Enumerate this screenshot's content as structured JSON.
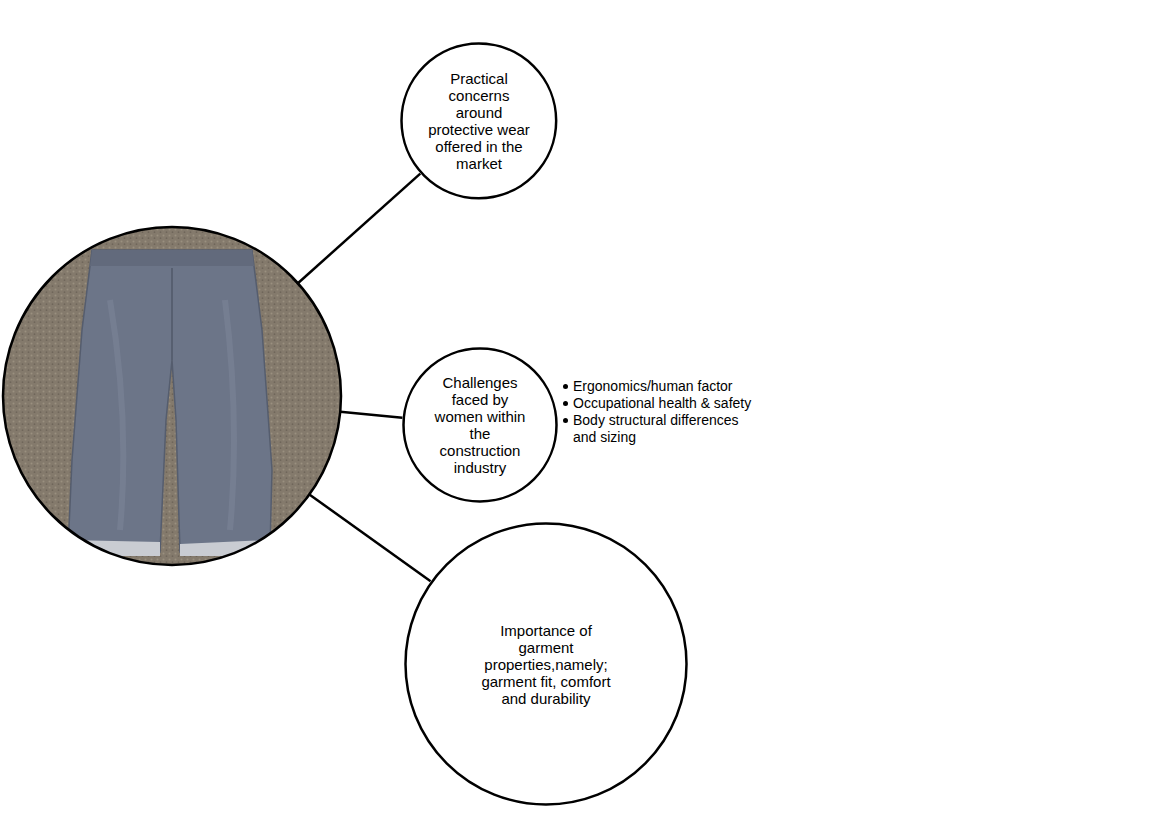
{
  "diagram": {
    "nodes": [
      {
        "text": [
          "Practical concerns around protective wear offered in the market"
        ]
      },
      {
        "text": [
          "Challenges faced by women within the construction industry"
        ]
      },
      {
        "text": [
          "Importance of garment properties,namely; garment fit, comfort and durability"
        ]
      }
    ],
    "labels": [
      "Ergonomics/human factor",
      "Occupational health & safety",
      "Body structural differences and sizing"
    ]
  }
}
